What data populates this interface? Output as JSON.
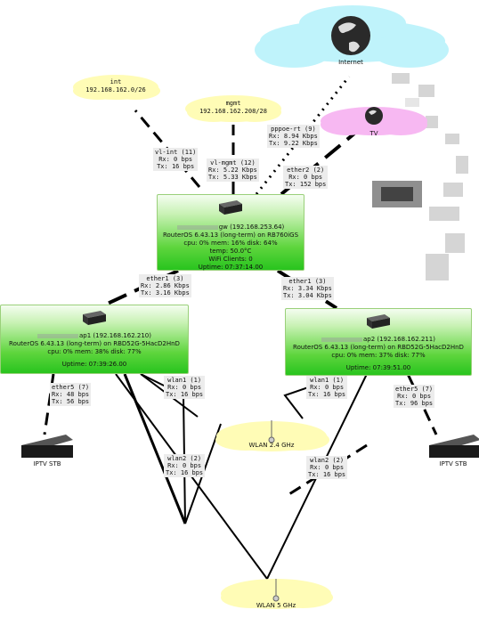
{
  "clouds": {
    "internet": "Internet",
    "tv": "TV",
    "int": [
      "int",
      "192.168.162.0/26"
    ],
    "mgmt": [
      "mgmt",
      "192.168.162.208/28"
    ],
    "wlan24": "WLAN 2.4 GHz",
    "wlan5": "WLAN 5 GHz"
  },
  "gw": {
    "name": "gw (192.168.253.64)",
    "os": "RouterOS 6.43.13 (long-term) on RB760iGS",
    "stats": "cpu: 0% mem: 16% disk: 64%",
    "temp": "temp: 50.0°C",
    "wifi": "WiFi Clients: 0",
    "uptime": "Uptime: 07:37:14.00"
  },
  "ap1": {
    "name": "ap1 (192.168.162.210)",
    "os": "RouterOS 6.43.13 (long-term) on RBD52G-5HacD2HnD",
    "stats": "cpu: 0% mem: 38% disk: 77%",
    "uptime": "Uptime: 07:39:26.00"
  },
  "ap2": {
    "name": "ap2 (192.168.162.211)",
    "os": "RouterOS 6.43.13 (long-term) on RBD52G-5HacD2HnD",
    "stats": "cpu: 0% mem: 37% disk: 77%",
    "uptime": "Uptime: 07:39:51.00"
  },
  "links": {
    "vl_int": [
      "vl-int (11)",
      "Rx: 0 bps",
      "Tx: 16 bps"
    ],
    "vl_mgmt": [
      "vl-mgmt (12)",
      "Rx: 5.22 Kbps",
      "Tx: 5.33 Kbps"
    ],
    "pppoe": [
      "pppoe-rt (9)",
      "Rx: 8.94 Kbps",
      "Tx: 9.22 Kbps"
    ],
    "ether2": [
      "ether2 (2)",
      "Rx: 0 bps",
      "Tx: 152 bps"
    ],
    "gw_ap1": [
      "ether1 (3)",
      "Rx: 2.86 Kbps",
      "Tx: 3.16 Kbps"
    ],
    "gw_ap2": [
      "ether1 (3)",
      "Rx: 3.34 Kbps",
      "Tx: 3.04 Kbps"
    ],
    "ap1_eth5": [
      "ether5 (7)",
      "Rx: 48 bps",
      "Tx: 56 bps"
    ],
    "ap1_wlan1": [
      "wlan1 (1)",
      "Rx: 0 bps",
      "Tx: 16 bps"
    ],
    "ap1_wlan2": [
      "wlan2 (2)",
      "Rx: 0 bps",
      "Tx: 16 bps"
    ],
    "ap2_wlan1": [
      "wlan1 (1)",
      "Rx: 0 bps",
      "Tx: 16 bps"
    ],
    "ap2_wlan2": [
      "wlan2 (2)",
      "Rx: 0 bps",
      "Tx: 16 bps"
    ],
    "ap2_eth5": [
      "ether5 (7)",
      "Rx: 0 bps",
      "Tx: 96 bps"
    ]
  },
  "stb": {
    "left": "IPTV STB",
    "right": "IPTV STB"
  },
  "colors": {
    "cloud_cyan": "#bff3fb",
    "cloud_pink": "#f7b8f2",
    "cloud_yellow": "#fffcb6",
    "device_green": "#2ac51f"
  },
  "icons": [
    "globe-icon",
    "router-icon",
    "antenna-icon",
    "set-top-box-icon"
  ]
}
